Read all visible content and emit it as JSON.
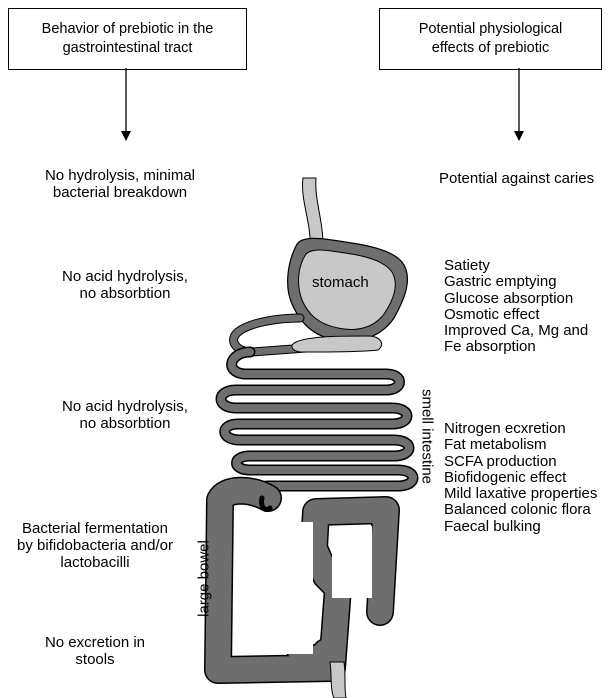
{
  "headers": {
    "left": "Behavior of prebiotic in the\ngastrointestinal tract",
    "right": "Potential physiological\neffects of prebiotic"
  },
  "behaviors": [
    "No hydrolysis, minimal\nbacterial breakdown",
    "No acid hydrolysis,\nno absorbtion",
    "No acid hydrolysis,\nno absorbtion",
    "Bacterial fermentation\nby bifidobacteria and/or\nlactobacilli",
    "No excretion in\nstools"
  ],
  "effects": {
    "mouth": "Potential against caries",
    "stomach": [
      "Satiety",
      "Gastric emptying",
      "Glucose absorption",
      "Osmotic effect",
      "Improved Ca, Mg and",
      "Fe absorption"
    ],
    "colon": [
      "Nitrogen ecxretion",
      "Fat metabolism",
      "SCFA production",
      "Biofidogenic effect",
      "Mild laxative properties",
      "Balanced colonic flora",
      "Faecal bulking"
    ]
  },
  "organ_labels": {
    "stomach": "stomach",
    "small_intestine": "smell intestine",
    "large_bowel": "large bowel"
  },
  "colors": {
    "organ_dark": "#6e6e6e",
    "organ_light": "#c8c8c8",
    "outline": "#000000"
  }
}
